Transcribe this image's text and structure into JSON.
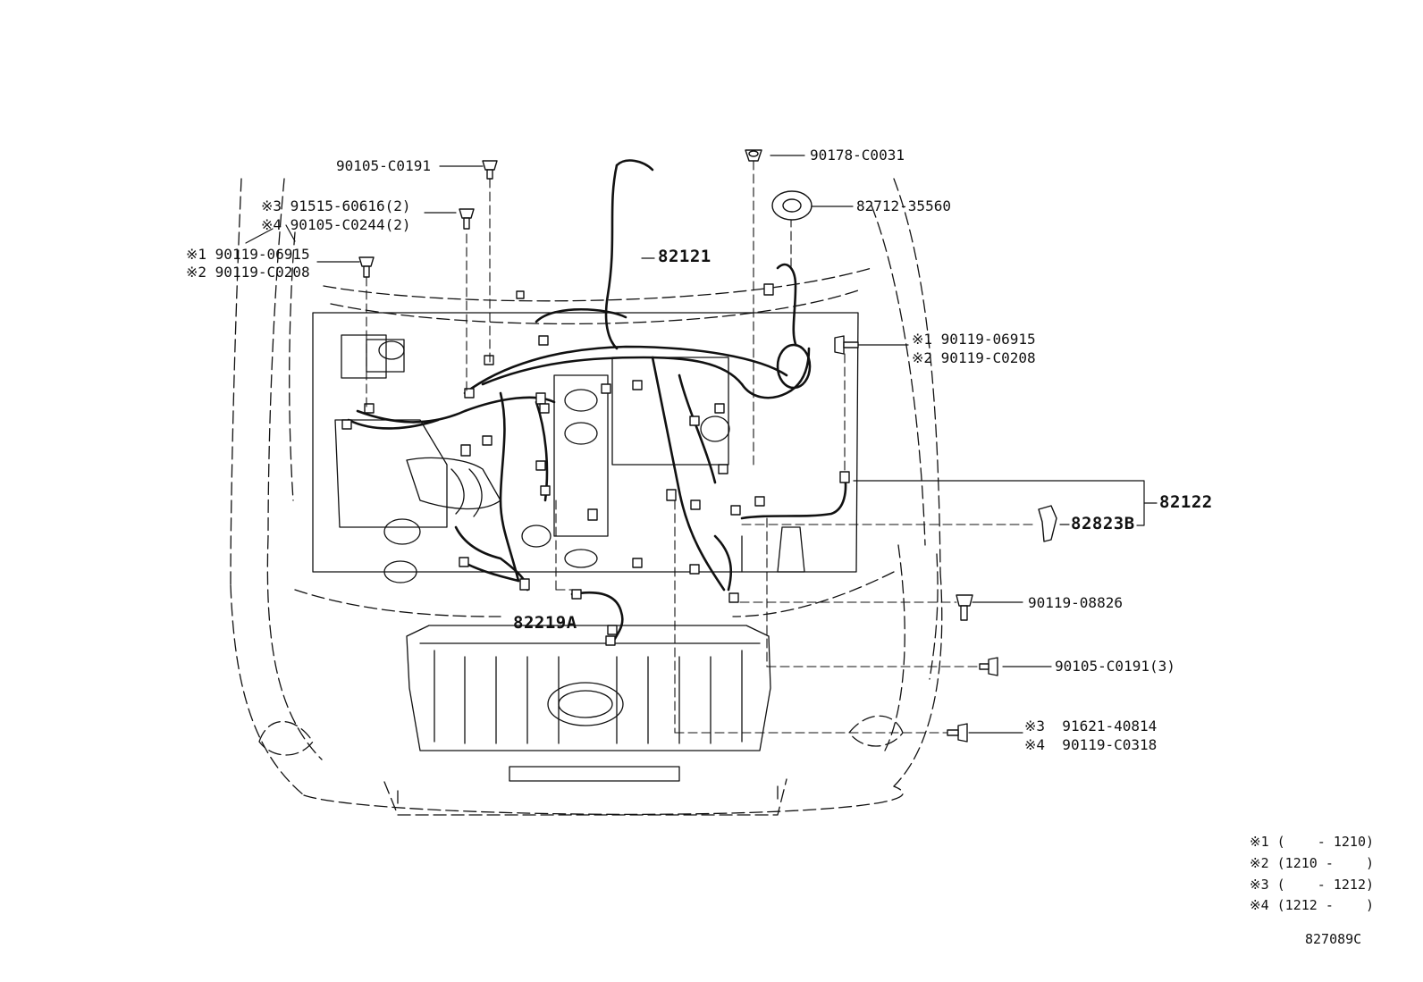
{
  "callouts": {
    "bolt_90105_c0191": "90105-C0191",
    "note3_91515": "※3 91515-60616(2)",
    "note4_90105": "※4 90105-C0244(2)",
    "note1_left": "※1 90119-06915",
    "note2_left": "※2 90119-C0208",
    "harness_82121": "82121",
    "nut_90178": "90178-C0031",
    "grommet_82712": "82712-35560",
    "note1_right": "※1 90119-06915",
    "note2_right": "※2 90119-C0208",
    "harness_82122": "82122",
    "protector_82823b": "82823B",
    "bolt_90119_08826": "90119-08826",
    "harness_82219a": "82219A",
    "bolt_90105_c0191_3": "90105-C0191(3)",
    "note3_91621": "※3  91621-40814",
    "note4_90119_c0318": "※4  90119-C0318"
  },
  "legend": [
    "※1 (    - 1210)",
    "※2 (1210 -    )",
    "※3 (    - 1212)",
    "※4 (1212 -    )"
  ],
  "diagram_code": "827089C"
}
